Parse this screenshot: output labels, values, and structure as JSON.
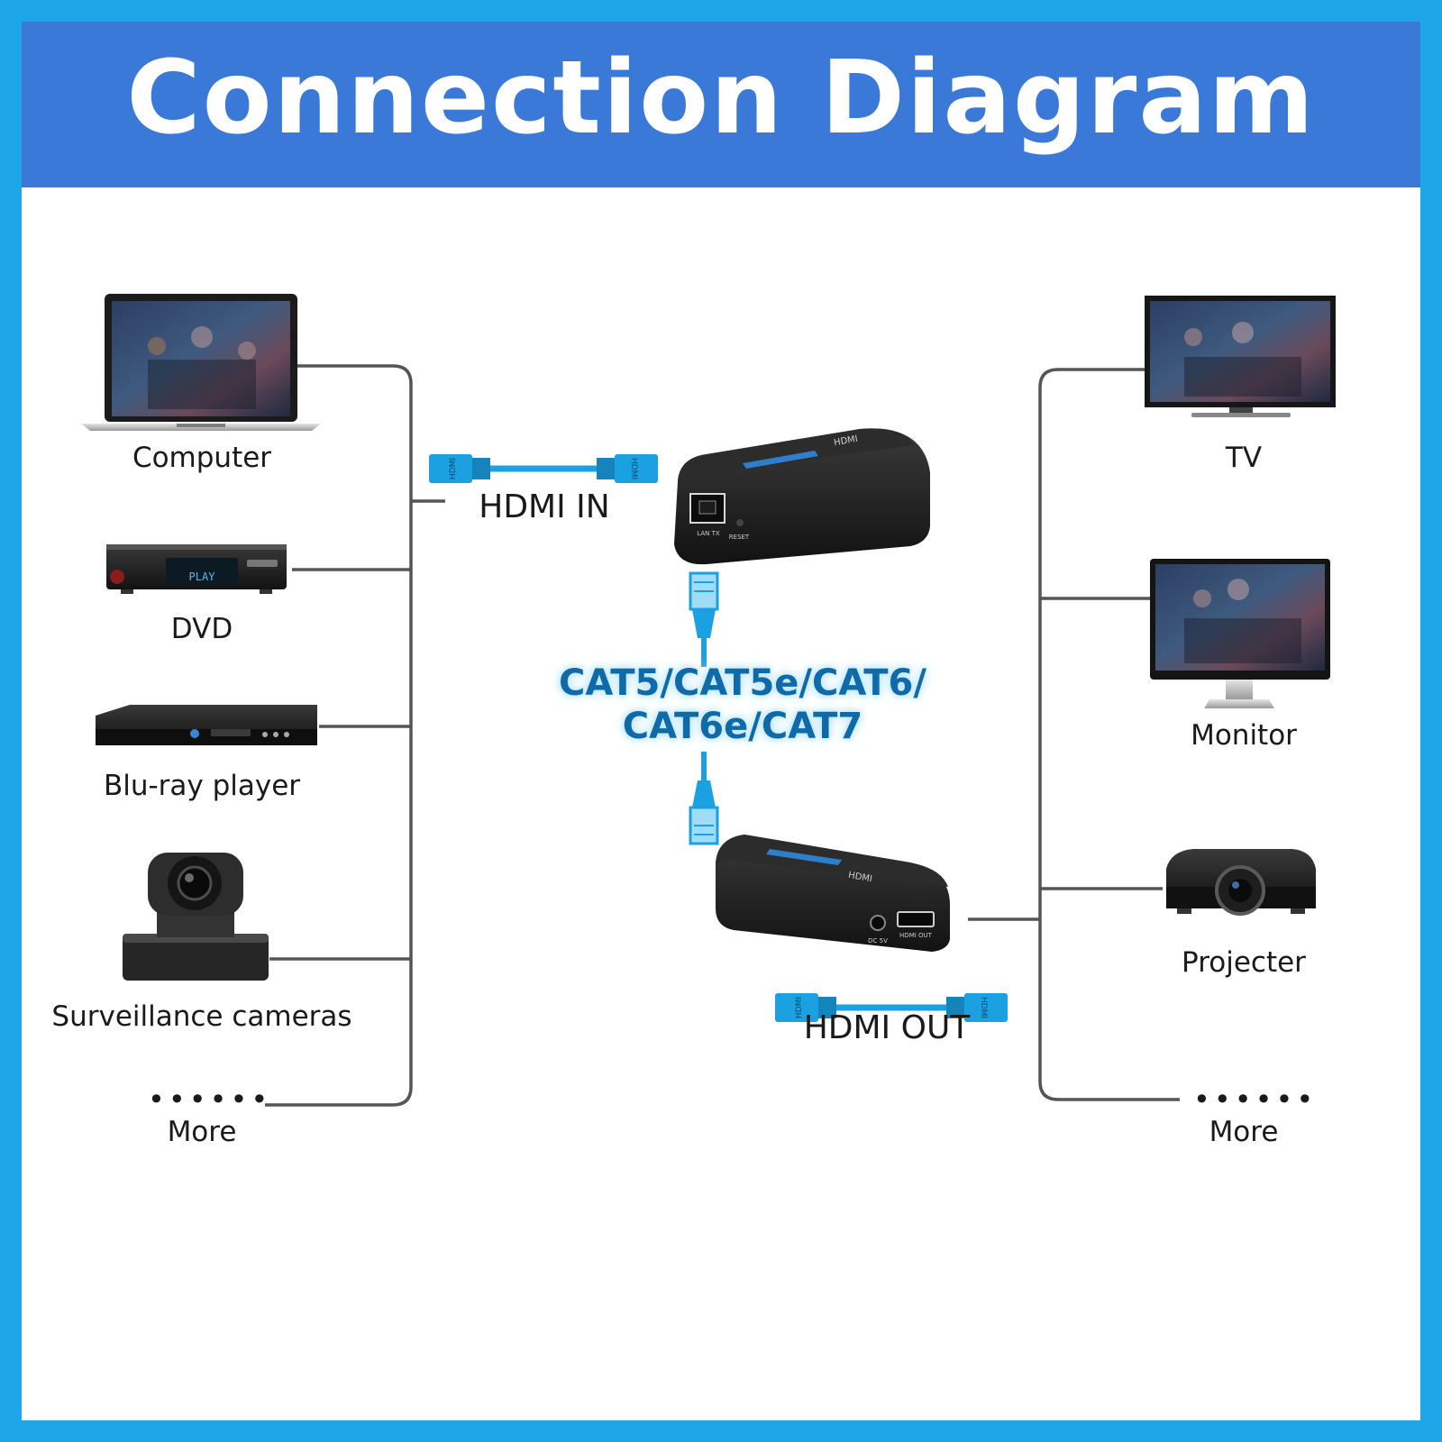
{
  "title": "Connection Diagram",
  "sources": [
    {
      "label": "Computer"
    },
    {
      "label": "DVD"
    },
    {
      "label": "Blu-ray player"
    },
    {
      "label": "Surveillance cameras"
    },
    {
      "label": "More"
    }
  ],
  "displays": [
    {
      "label": "TV"
    },
    {
      "label": "Monitor"
    },
    {
      "label": "Projecter"
    },
    {
      "label": "More"
    }
  ],
  "hdmi_in": {
    "label": "HDMI IN",
    "plug_text": "HDMI"
  },
  "hdmi_out": {
    "label": "HDMI OUT",
    "plug_text": "HDMI"
  },
  "cable": {
    "line1": "CAT5/CAT5e/CAT6/",
    "line2": "CAT6e/CAT7"
  },
  "transmitter": {
    "port_label": "LAN TX",
    "reset_label": "RESET",
    "brand": "HDMI"
  },
  "receiver": {
    "power_label": "DC 5V",
    "out_label": "HDMI OUT",
    "brand": "HDMI"
  },
  "dvd_screen_text": "PLAY",
  "more_dots": "••••••",
  "colors": {
    "frame": "#1ea7e8",
    "banner": "#3b79d8",
    "cable": "#1ba0e2",
    "line": "#555555"
  }
}
